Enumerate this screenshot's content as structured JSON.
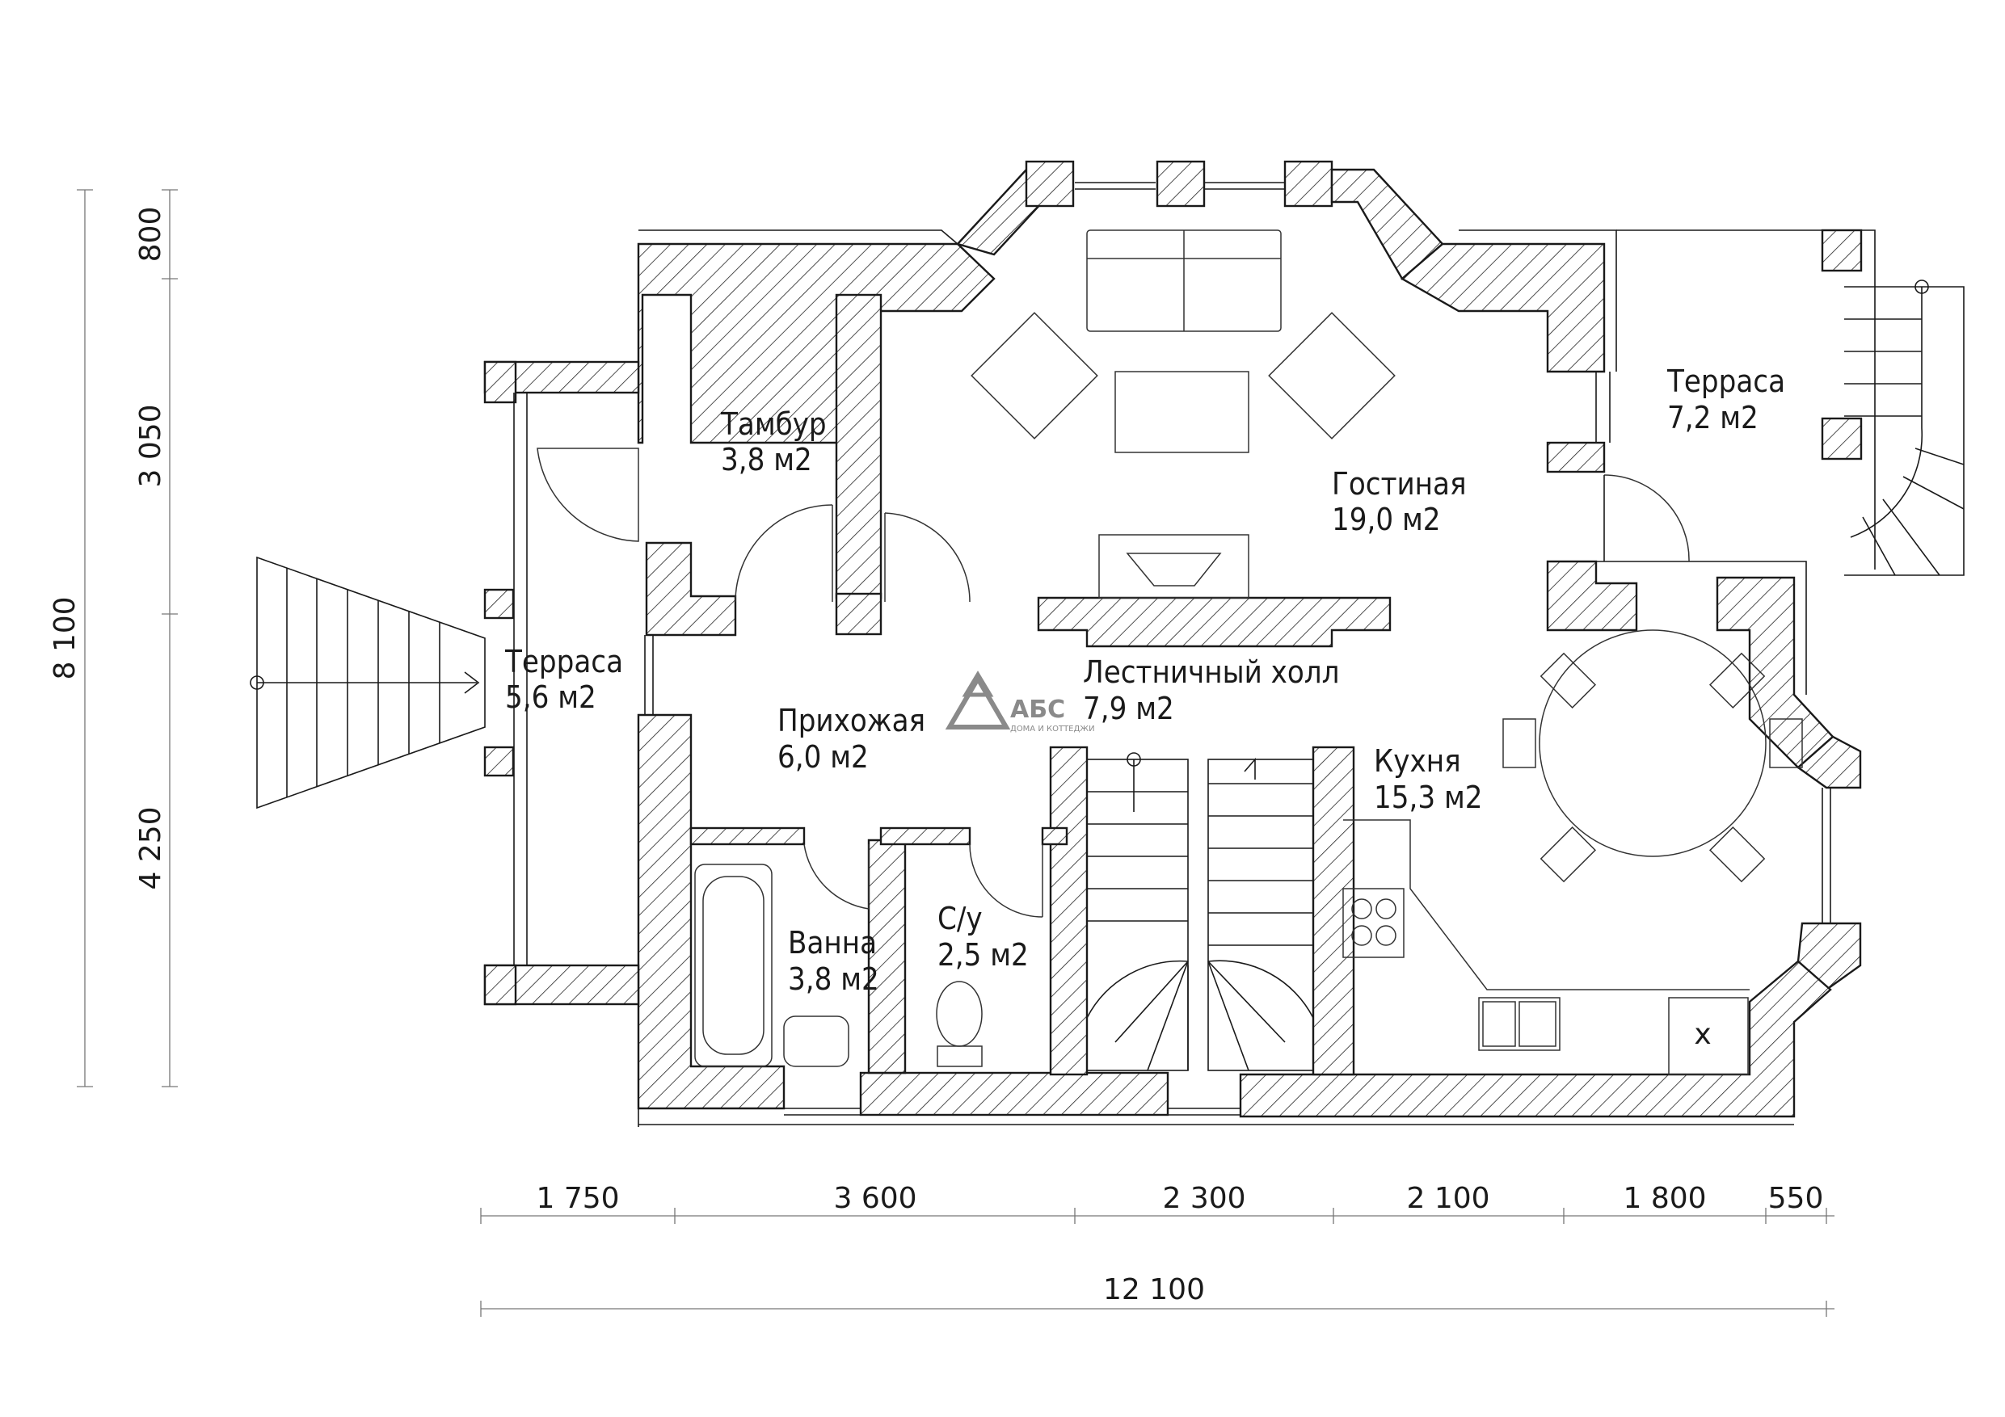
{
  "rooms": {
    "tambur": {
      "name": "Тамбур",
      "area": "3,8 м2"
    },
    "gostinaya": {
      "name": "Гостиная",
      "area": "19,0 м2"
    },
    "terrace_right": {
      "name": "Терраса",
      "area": "7,2 м2"
    },
    "terrace_left": {
      "name": "Терраса",
      "area": "5,6 м2"
    },
    "prihozhaya": {
      "name": "Прихожая",
      "area": "6,0 м2"
    },
    "hall": {
      "name": "Лестничный холл",
      "area": "7,9 м2"
    },
    "kuhnya": {
      "name": "Кухня",
      "area": "15,3 м2"
    },
    "vanna": {
      "name": "Ванна",
      "area": "3,8 м2"
    },
    "su": {
      "name": "С/у",
      "area": "2,5 м2"
    }
  },
  "dimensions": {
    "bottom": [
      "1 750",
      "3 600",
      "2 300",
      "2 100",
      "1 800",
      "550"
    ],
    "total": "12 100",
    "left_segments": [
      "800",
      "3 050",
      "4 250"
    ],
    "left_total": "8 100"
  },
  "logo": {
    "name": "АБС",
    "tagline": "ДОМА И КОТТЕДЖИ"
  }
}
